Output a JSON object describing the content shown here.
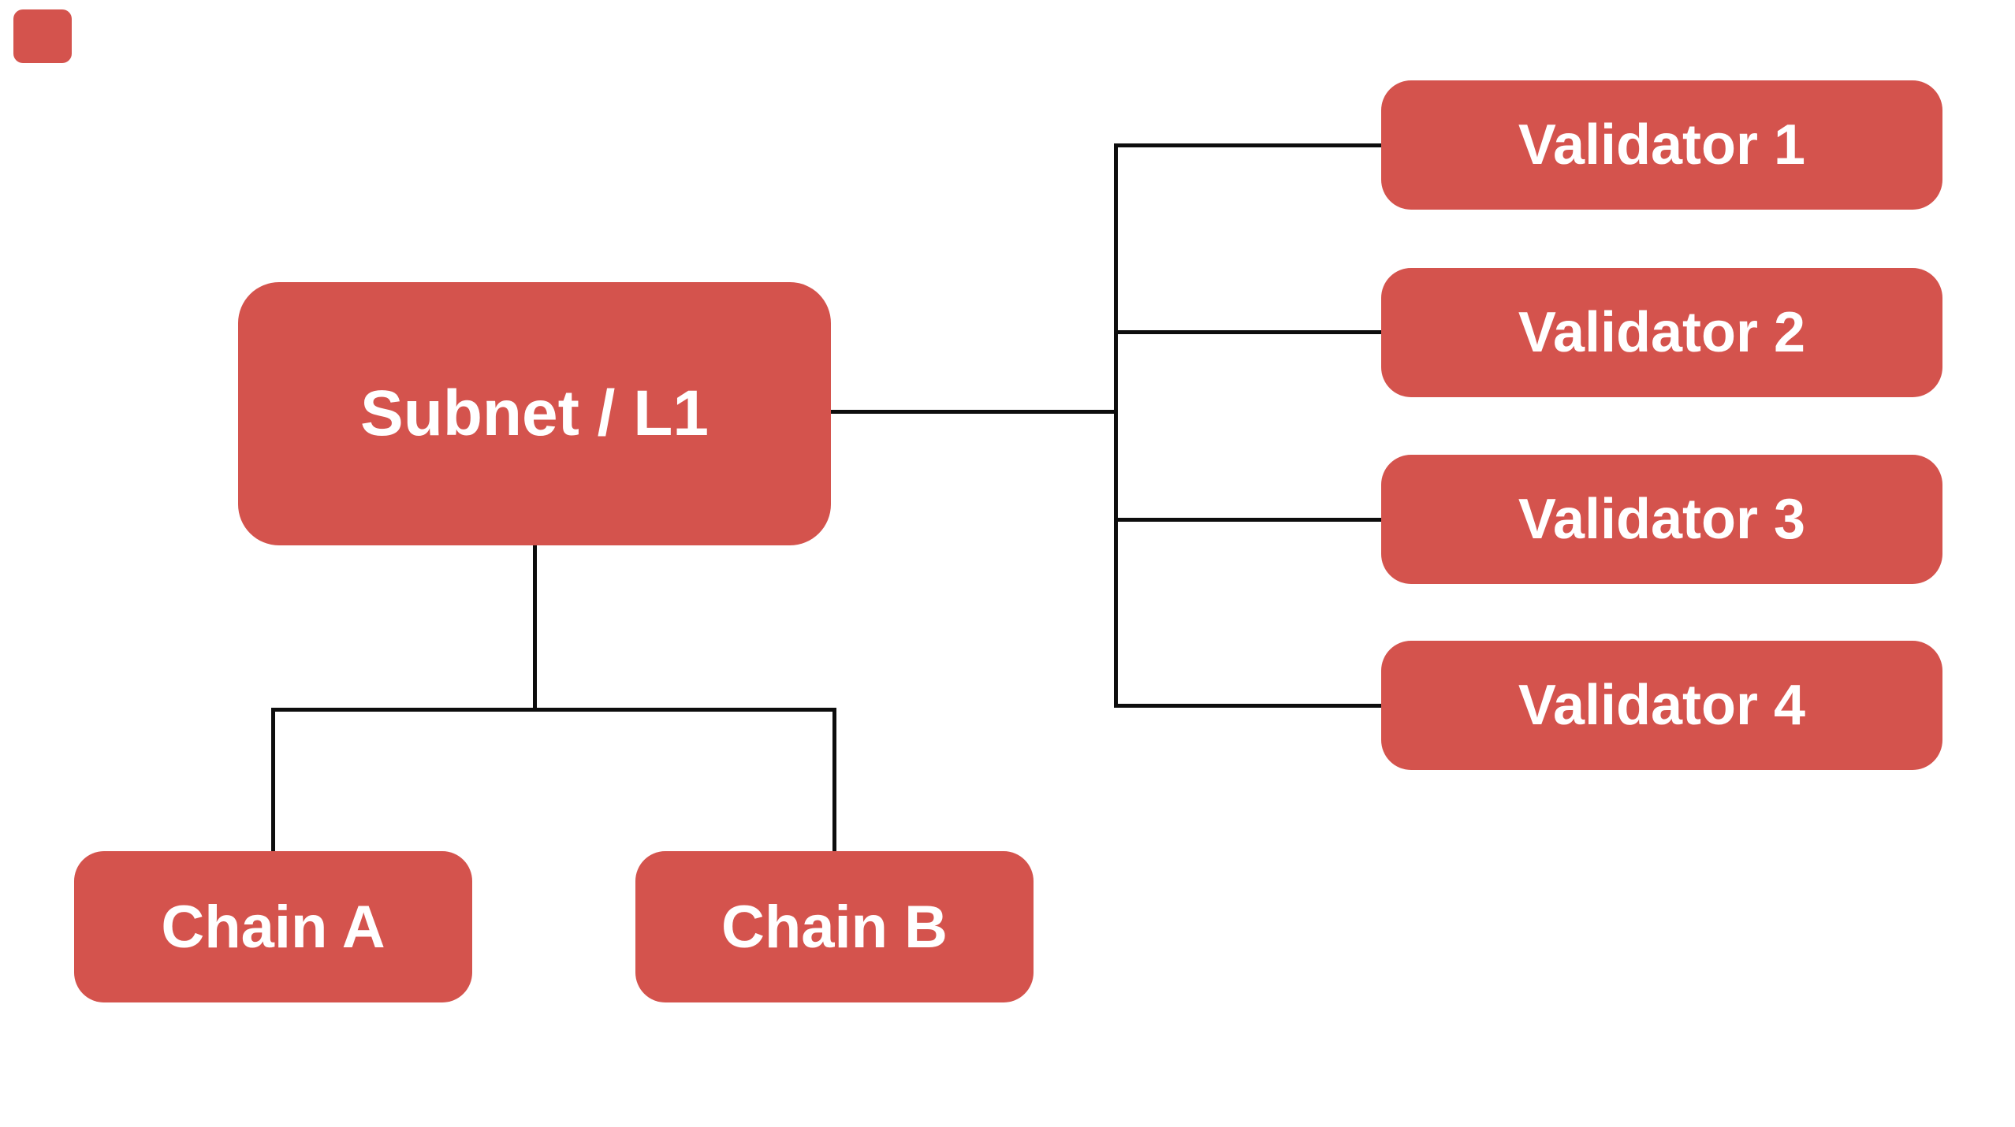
{
  "diagram": {
    "background_color": "#ffffff",
    "node_fill_color": "#d4534d",
    "node_text_color": "#ffffff",
    "connector_color": "#0d0d0d",
    "nodes": {
      "subnet": {
        "label": "Subnet / L1"
      },
      "validators": [
        {
          "label": "Validator 1"
        },
        {
          "label": "Validator 2"
        },
        {
          "label": "Validator 3"
        },
        {
          "label": "Validator 4"
        }
      ],
      "chains": [
        {
          "label": "Chain A"
        },
        {
          "label": "Chain B"
        }
      ]
    },
    "edges": [
      {
        "from": "subnet",
        "to": "validator-1"
      },
      {
        "from": "subnet",
        "to": "validator-2"
      },
      {
        "from": "subnet",
        "to": "validator-3"
      },
      {
        "from": "subnet",
        "to": "validator-4"
      },
      {
        "from": "subnet",
        "to": "chain-a"
      },
      {
        "from": "subnet",
        "to": "chain-b"
      }
    ]
  }
}
